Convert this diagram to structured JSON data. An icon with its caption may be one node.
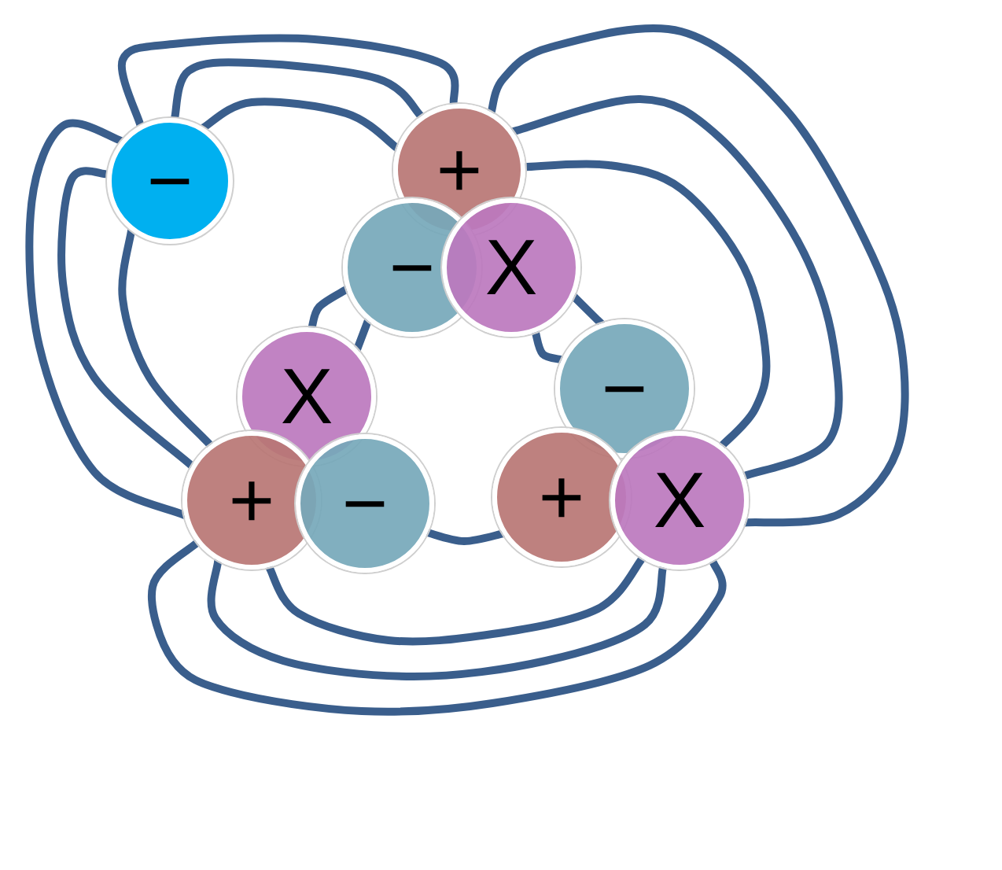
{
  "diagram": {
    "nodes": [
      {
        "text": [
          "−"
        ]
      },
      {
        "text": [
          "+"
        ]
      },
      {
        "text": [
          "−"
        ]
      },
      {
        "text": [
          "X"
        ]
      },
      {
        "text": [
          "X"
        ]
      },
      {
        "text": [
          "+"
        ]
      },
      {
        "text": [
          "−"
        ]
      },
      {
        "text": [
          "−"
        ]
      },
      {
        "text": [
          "+"
        ]
      },
      {
        "text": [
          "X"
        ]
      }
    ],
    "edges": [
      {
        "from": 0,
        "to": 1,
        "arrow": "none"
      },
      {
        "from": 0,
        "to": 1,
        "arrow": "none"
      },
      {
        "from": 0,
        "to": 1,
        "arrow": "none"
      },
      {
        "from": 0,
        "to": 5,
        "arrow": "none"
      },
      {
        "from": 0,
        "to": 5,
        "arrow": "none"
      },
      {
        "from": 0,
        "to": 5,
        "arrow": "none"
      },
      {
        "from": 2,
        "to": 4,
        "arrow": "none"
      },
      {
        "from": 2,
        "to": 4,
        "arrow": "none"
      },
      {
        "from": 3,
        "to": 7,
        "arrow": "none"
      },
      {
        "from": 3,
        "to": 7,
        "arrow": "none"
      },
      {
        "from": 1,
        "to": 9,
        "arrow": "none"
      },
      {
        "from": 1,
        "to": 9,
        "arrow": "none"
      },
      {
        "from": 1,
        "to": 9,
        "arrow": "none"
      },
      {
        "from": 6,
        "to": 8,
        "arrow": "none"
      },
      {
        "from": 5,
        "to": 9,
        "arrow": "none"
      },
      {
        "from": 5,
        "to": 9,
        "arrow": "none"
      },
      {
        "from": 5,
        "to": 9,
        "arrow": "none"
      }
    ]
  }
}
